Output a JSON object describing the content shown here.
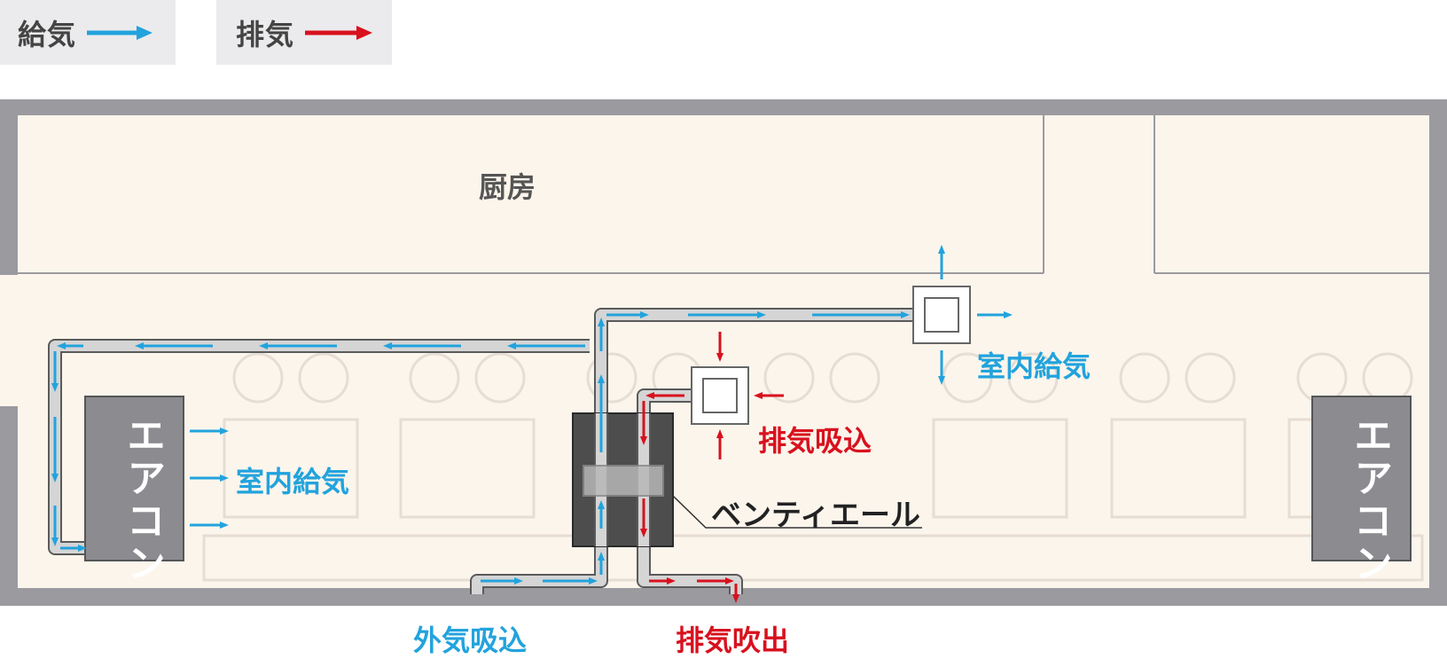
{
  "legend": {
    "supply_label": "給気",
    "exhaust_label": "排気"
  },
  "rooms": {
    "kitchen": "厨房"
  },
  "units": {
    "aircon_left": "エアコン",
    "aircon_right": "エアコン",
    "ventilator": "ベンティエール"
  },
  "labels": {
    "indoor_supply_left": "室内給気",
    "indoor_supply_right": "室内給気",
    "exhaust_intake": "排気吸込",
    "outside_intake": "外気吸込",
    "exhaust_outlet": "排気吹出"
  },
  "colors": {
    "supply": "#22a3dd",
    "exhaust": "#d8111e",
    "wall": "#9b9a9f",
    "floor": "#fcf5ec"
  }
}
